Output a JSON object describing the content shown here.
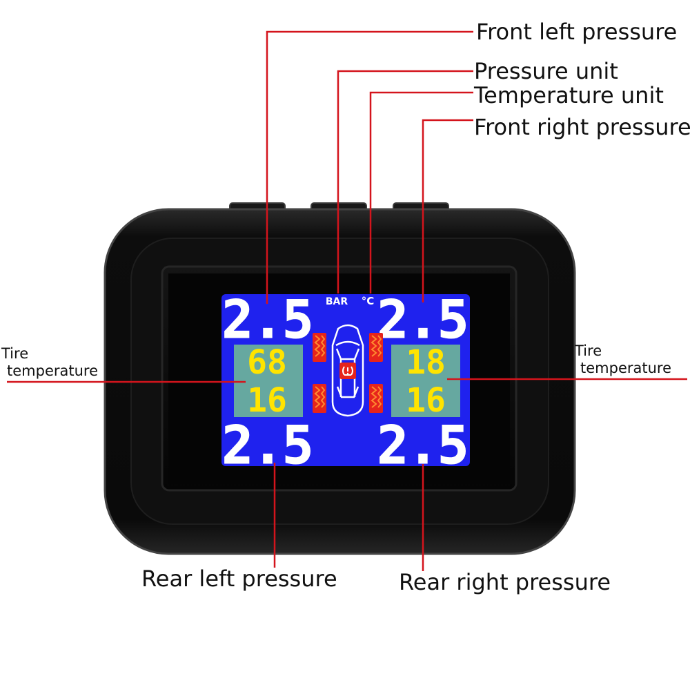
{
  "callouts": {
    "front_left_pressure": "Front left pressure",
    "pressure_unit": "Pressure unit",
    "temperature_unit": "Temperature unit",
    "front_right_pressure": "Front right pressure",
    "rear_left_pressure": "Rear left pressure",
    "rear_right_pressure": "Rear right pressure",
    "tire_temperature_left": "Tire\ntemperature",
    "tire_temperature_right": "Tire\ntemperature"
  },
  "display": {
    "pressure_unit": "BAR",
    "temperature_unit": "°C",
    "front_left_pressure": "2.5",
    "front_right_pressure": "2.5",
    "rear_left_pressure": "2.5",
    "rear_right_pressure": "2.5",
    "front_left_temperature": "68",
    "rear_left_temperature": "16",
    "front_right_temperature": "18",
    "rear_right_temperature": "16"
  },
  "colors": {
    "callout_line": "#d4141c",
    "lcd_background": "#1f22ee",
    "temperature_panel": "#66a8a0",
    "temperature_digits": "#ffe400",
    "pressure_digits": "#ffffff",
    "tire_icons": "#e6241c",
    "device_body": "#0c0c0c"
  },
  "icons": [
    "car-top-view-icon",
    "tire-icon",
    "tpms-warning-icon",
    "device-button-icon"
  ]
}
